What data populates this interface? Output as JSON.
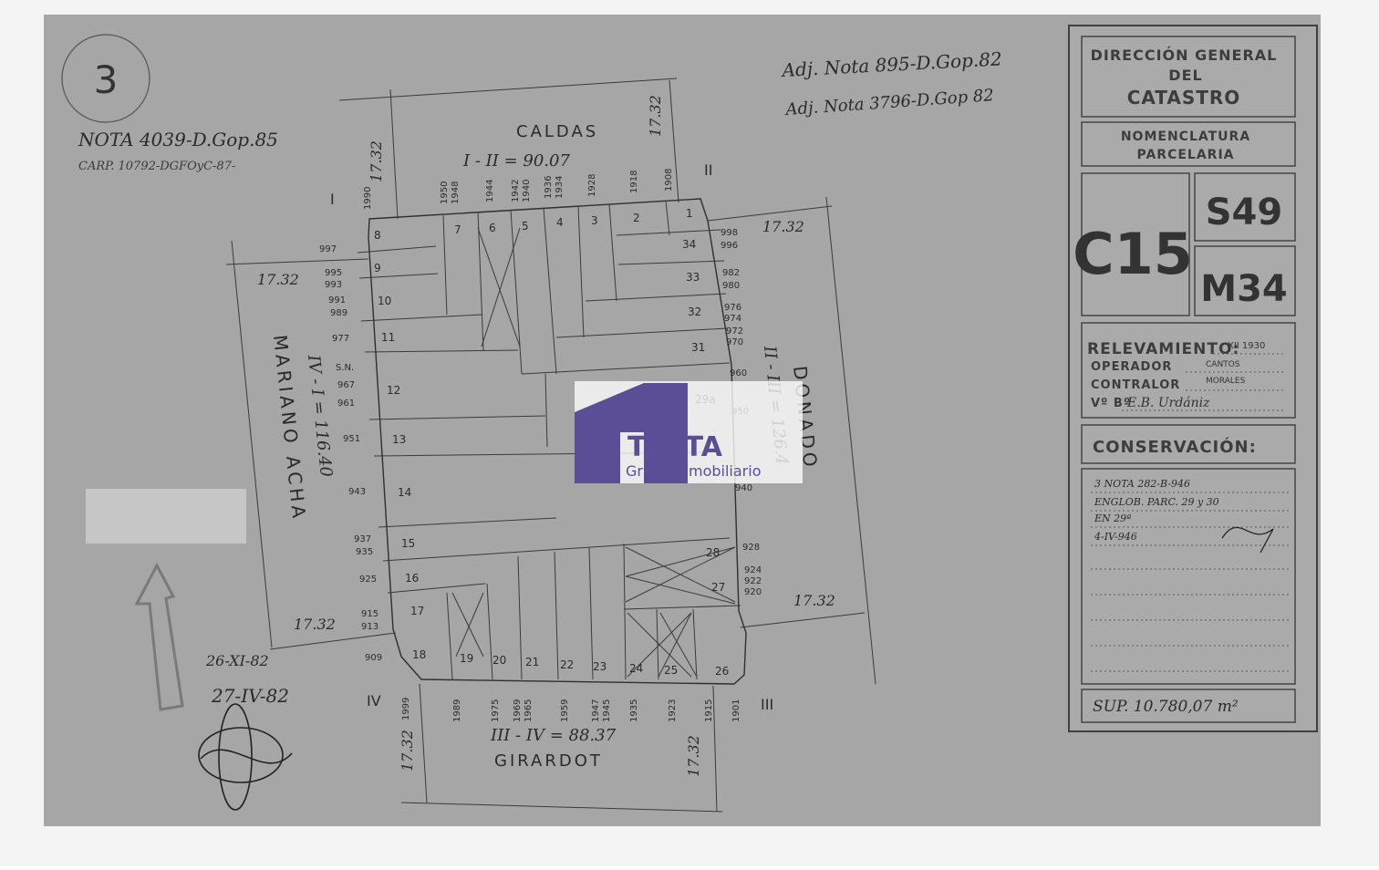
{
  "sheet_number": "3",
  "notes_top_left": [
    "NOTA 4039-D.Gop.85",
    "CARP. 10792-DGFOyC-87-"
  ],
  "notes_top_right": [
    "Adj. Nota 895-D.Gop.82",
    "Adj. Nota 3796-D.Gop 82"
  ],
  "dates_bottom_left": [
    "26-XI-82",
    "27-IV-82"
  ],
  "streets": {
    "north": "CALDAS",
    "west": "MARIANO ACHA",
    "east": "DONADO",
    "south": "GIRARDOT"
  },
  "measures": {
    "north": "I - II = 90.07",
    "west": "IV - I = 116.40",
    "east": "II - III = 126.4",
    "south": "III - IV = 88.37",
    "chamfer": "17.32"
  },
  "vertices": [
    "I",
    "II",
    "III",
    "IV"
  ],
  "lots": [
    "1",
    "2",
    "3",
    "4",
    "5",
    "6",
    "7",
    "8",
    "9",
    "10",
    "11",
    "12",
    "13",
    "14",
    "15",
    "16",
    "17",
    "18",
    "19",
    "20",
    "21",
    "22",
    "23",
    "24",
    "25",
    "26",
    "27",
    "28",
    "29a",
    "31",
    "32",
    "33",
    "34"
  ],
  "door_numbers": {
    "caldas": [
      "1990",
      "1950",
      "1948",
      "1944",
      "1942",
      "1940",
      "1936",
      "1934",
      "1928",
      "1918",
      "1908"
    ],
    "mariano_acha": [
      "997",
      "995",
      "993",
      "991",
      "989",
      "977",
      "S.N.",
      "967",
      "961",
      "951",
      "943",
      "937",
      "935",
      "925",
      "915",
      "913",
      "909"
    ],
    "donado": [
      "998",
      "996",
      "982",
      "980",
      "976",
      "974",
      "972",
      "970",
      "960",
      "950",
      "940",
      "928",
      "924",
      "922",
      "920"
    ],
    "girardot": [
      "1999",
      "1989",
      "1975",
      "1969",
      "1965",
      "1959",
      "1947",
      "1945",
      "1935",
      "1923",
      "1915",
      "1901"
    ]
  },
  "title_block": {
    "header": [
      "DIRECCIÓN GENERAL",
      "DEL",
      "CATASTRO"
    ],
    "nomenclatura": [
      "NOMENCLATURA",
      "PARCELARIA"
    ],
    "circ": "C15",
    "seccion": "S49",
    "manzana": "M34",
    "relevamiento_label": "RELEVAMIENTO:",
    "relevamiento_value": "XII 1930",
    "operador_label": "OPERADOR",
    "operador_value": "CANTOS",
    "contralor_label": "CONTRALOR",
    "contralor_value": "MORALES",
    "vb_label": "Vº Bº",
    "vb_value": "E.B. Urdániz",
    "conservacion_label": "CONSERVACIÓN:",
    "conservacion_lines": [
      "3 NOTA 282-B-946",
      "ENGLOB. PARC. 29 y 30",
      "EN 29ª",
      "4-IV-946"
    ],
    "superficie": "SUP. 10.780,07 m²"
  },
  "watermark": {
    "brand": "TESTA",
    "tagline": "Grupo Inmobiliario",
    "colors": {
      "brand": "#5b4e97",
      "panel": "#ffffff"
    }
  },
  "colors": {
    "paper": "#a6a6a6",
    "ink": "#2f2f2f",
    "frame": "#d7d7d7"
  }
}
